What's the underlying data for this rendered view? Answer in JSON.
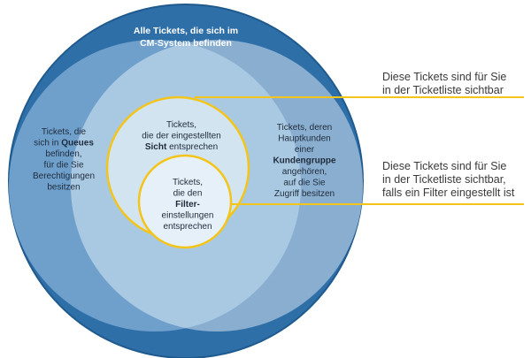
{
  "outer_circle": {
    "lines": [
      "Alle Tickets, die sich im",
      "CM-System befinden"
    ]
  },
  "queues_circle": {
    "lines": [
      [
        {
          "t": "Tickets, die"
        }
      ],
      [
        {
          "t": "sich in "
        },
        {
          "t": "Queues",
          "b": true
        }
      ],
      [
        {
          "t": "befinden,"
        }
      ],
      [
        {
          "t": "für die Sie"
        }
      ],
      [
        {
          "t": "Berechtigungen"
        }
      ],
      [
        {
          "t": "besitzen"
        }
      ]
    ]
  },
  "customer_circle": {
    "lines": [
      [
        {
          "t": "Tickets, deren"
        }
      ],
      [
        {
          "t": "Hauptkunden"
        }
      ],
      [
        {
          "t": "einer"
        }
      ],
      [
        {
          "t": "Kundengruppe",
          "b": true
        }
      ],
      [
        {
          "t": "angehören,"
        }
      ],
      [
        {
          "t": "auf die Sie"
        }
      ],
      [
        {
          "t": "Zugriff besitzen"
        }
      ]
    ]
  },
  "view_circle": {
    "lines": [
      [
        {
          "t": "Tickets,"
        }
      ],
      [
        {
          "t": "die der eingestellten"
        }
      ],
      [
        {
          "t": "Sicht",
          "b": true
        },
        {
          "t": " entsprechen"
        }
      ]
    ]
  },
  "filter_circle": {
    "lines": [
      [
        {
          "t": "Tickets,"
        }
      ],
      [
        {
          "t": "die den"
        }
      ],
      [
        {
          "t": "Filter-",
          "b": true
        }
      ],
      [
        {
          "t": "einstellungen"
        }
      ],
      [
        {
          "t": "entsprechen"
        }
      ]
    ]
  },
  "callout_visible": {
    "lines": [
      "Diese Tickets sind für Sie",
      "in der Ticketliste sichtbar"
    ]
  },
  "callout_filter": {
    "lines": [
      "Diese Tickets sind für Sie",
      "in der Ticketliste sichtbar,",
      "falls ein Filter eingestellt ist"
    ]
  },
  "colors": {
    "outer": "#2f6fa8",
    "outer_stroke": "#1f5a8e",
    "inner_left": "#6fa0cc",
    "inner_right": "#8aaed0",
    "lens": "#a9c9e3",
    "view": "#d3e4f1",
    "filter": "#e6f0f8",
    "highlight": "#f3c41a"
  }
}
